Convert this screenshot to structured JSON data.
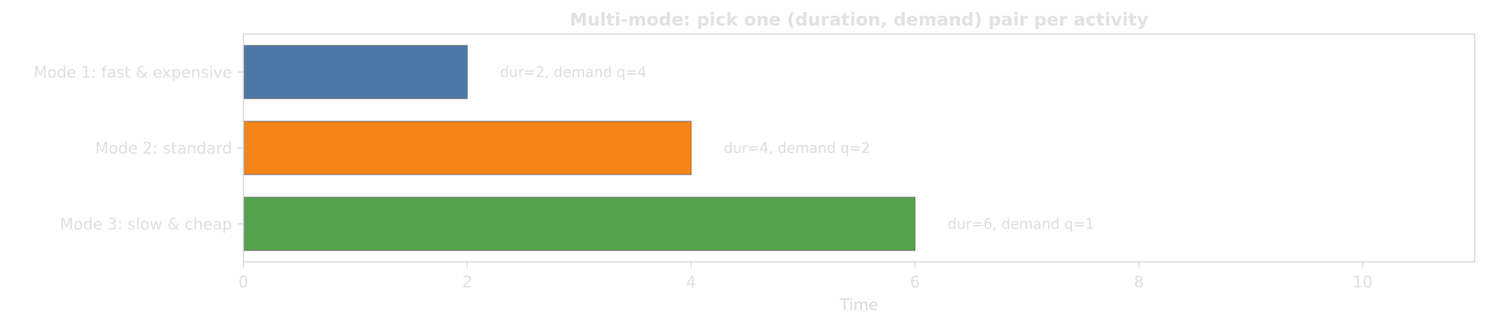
{
  "chart_data": {
    "type": "bar",
    "orientation": "horizontal",
    "title": "Multi-mode: pick one (duration, demand) pair per activity",
    "xlabel": "Time",
    "ylabel": "",
    "xlim": [
      0,
      11
    ],
    "xticks": [
      0,
      2,
      4,
      6,
      8,
      10
    ],
    "grid": false,
    "categories": [
      "Mode 1: fast & expensive",
      "Mode 2: standard",
      "Mode 3: slow & cheap"
    ],
    "values": [
      2,
      4,
      6
    ],
    "labels": [
      "dur=2, demand q=4",
      "dur=4, demand q=2",
      "dur=6, demand q=1"
    ],
    "colors": [
      "#4c78a8",
      "#f58518",
      "#54a24b"
    ]
  }
}
